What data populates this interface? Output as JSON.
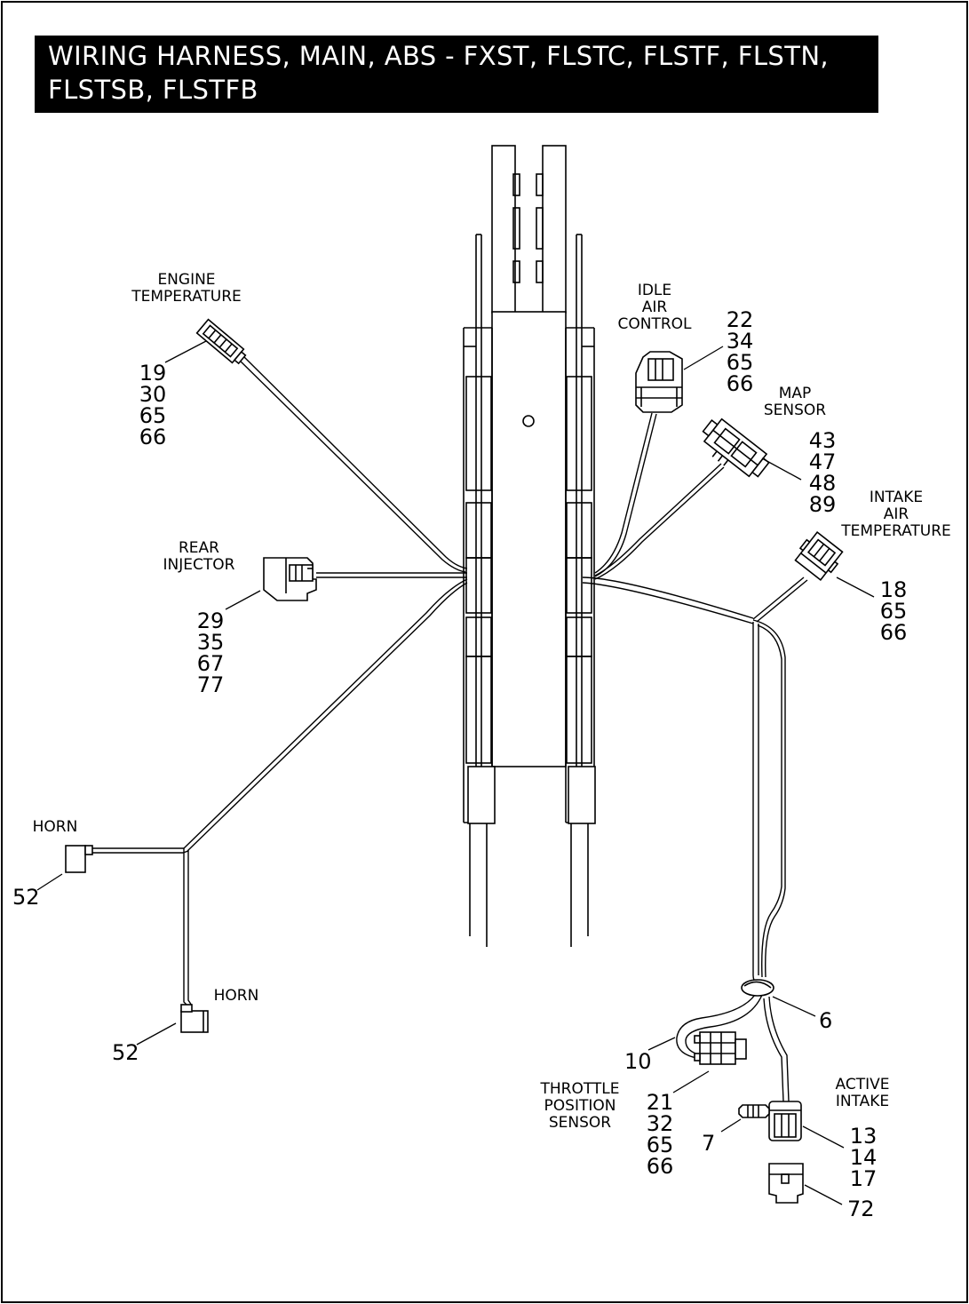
{
  "title": {
    "line1": "WIRING HARNESS, MAIN, ABS - FXST, FLSTC, FLSTF, FLSTN,",
    "line2": "FLSTSB, FLSTFB"
  },
  "components": {
    "engine_temperature": {
      "label": "ENGINE\nTEMPERATURE",
      "parts": [
        "19",
        "30",
        "65",
        "66"
      ]
    },
    "rear_injector": {
      "label": "REAR\nINJECTOR",
      "parts": [
        "29",
        "35",
        "67",
        "77"
      ]
    },
    "idle_air_control": {
      "label": "IDLE\nAIR\nCONTROL",
      "parts": [
        "22",
        "34",
        "65",
        "66"
      ]
    },
    "map_sensor": {
      "label": "MAP\nSENSOR",
      "parts": [
        "43",
        "47",
        "48",
        "89"
      ]
    },
    "intake_air_temperature": {
      "label": "INTAKE\nAIR\nTEMPERATURE",
      "parts": [
        "18",
        "65",
        "66"
      ]
    },
    "horn_upper": {
      "label": "HORN",
      "parts": [
        "52"
      ]
    },
    "horn_lower": {
      "label": "HORN",
      "parts": [
        "52"
      ]
    },
    "clip": {
      "parts": [
        "6"
      ]
    },
    "wire_loop": {
      "parts": [
        "10"
      ]
    },
    "throttle_position_sensor": {
      "label": "THROTTLE\nPOSITION\nSENSOR",
      "parts": [
        "21",
        "32",
        "65",
        "66"
      ]
    },
    "plug": {
      "parts": [
        "7"
      ]
    },
    "active_intake": {
      "label": "ACTIVE\nINTAKE",
      "parts": [
        "13",
        "14",
        "17"
      ]
    },
    "cap": {
      "parts": [
        "72"
      ]
    }
  }
}
